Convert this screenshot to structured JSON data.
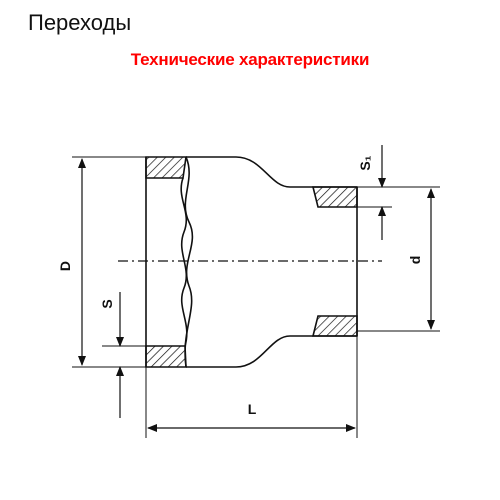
{
  "header": {
    "title": "Переходы",
    "subtitle": "Технические характеристики"
  },
  "diagram": {
    "labels": {
      "outer_diameter": "D",
      "inner_diameter": "d",
      "wall_thickness_large": "S",
      "wall_thickness_small": "S₁",
      "length": "L"
    }
  },
  "colors": {
    "subtitle": "#ff0000",
    "line": "#111111",
    "background": "#ffffff"
  }
}
